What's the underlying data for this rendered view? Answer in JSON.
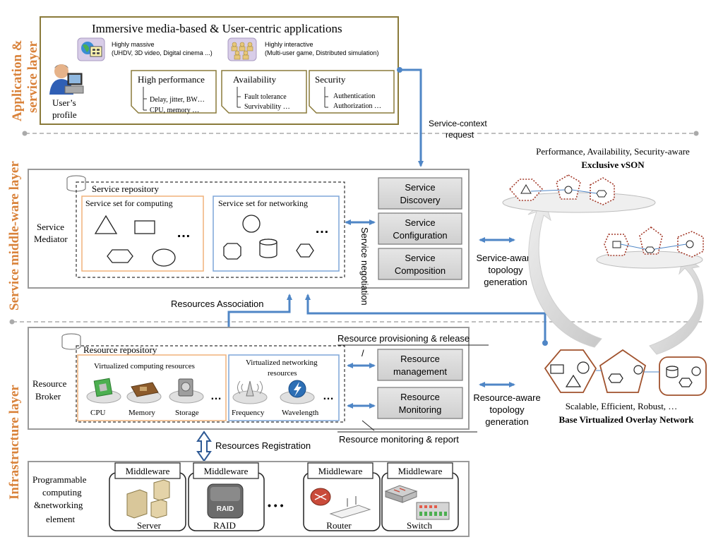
{
  "layers": {
    "application": [
      "Application &",
      "service layer"
    ],
    "middleware": "Service middle-ware layer",
    "infrastructure": "Infrastructure layer"
  },
  "app": {
    "title": "Immersive media-based & User-centric applications",
    "massive": {
      "title": "Highly massive",
      "detail": "(UHDV, 3D video, Digital cinema ...)"
    },
    "interactive": {
      "title": "Highly interactive",
      "detail": "(Multi-user game, Distributed simulation)"
    },
    "user_profile": [
      "User’s",
      "profile"
    ],
    "requirements": [
      {
        "title": "High performance",
        "items": [
          "Delay, jitter, BW…",
          "CPU, memory …"
        ]
      },
      {
        "title": "Availability",
        "items": [
          "Fault tolerance",
          "Survivability …"
        ]
      },
      {
        "title": "Security",
        "items": [
          "Authentication",
          "Authorization …"
        ]
      }
    ]
  },
  "flow": {
    "service_context_request": [
      "Service-context",
      "request"
    ],
    "resources_association": "Resources Association",
    "resources_registration": "Resources Registration",
    "service_negotiation": "Service negotiation",
    "service_aware_topology": [
      "Service-aware",
      "topology",
      "generation"
    ],
    "resource_aware_topology": [
      "Resource-aware",
      "topology",
      "generation"
    ],
    "resource_provisioning": "Resource provisioning & release",
    "resource_monitoring_report": "Resource monitoring & report"
  },
  "mediator": {
    "label": [
      "Service",
      "Mediator"
    ],
    "repository": "Service repository",
    "computing_set": "Service set for computing",
    "networking_set": "Service set for networking",
    "ellipsis": "…",
    "buttons": [
      {
        "lines": [
          "Service",
          "Discovery"
        ]
      },
      {
        "lines": [
          "Service",
          "Configuration"
        ]
      },
      {
        "lines": [
          "Service",
          "Composition"
        ]
      }
    ]
  },
  "broker": {
    "label": [
      "Resource",
      "Broker"
    ],
    "repository": "Resource repository",
    "computing": {
      "title": "Virtualized computing resources",
      "items": [
        "CPU",
        "Memory",
        "Storage"
      ]
    },
    "networking": {
      "title": [
        "Virtualized networking",
        "resources"
      ],
      "items": [
        "Frequency",
        "Wavelength"
      ]
    },
    "ellipsis": "…",
    "buttons": [
      {
        "lines": [
          "Resource",
          "management"
        ]
      },
      {
        "lines": [
          "Resource",
          "Monitoring"
        ]
      }
    ],
    "slash": "/"
  },
  "elements": {
    "label": [
      "Programmable",
      "computing",
      "&networking",
      "element"
    ],
    "middleware": "Middleware",
    "items": [
      "Server",
      "RAID",
      "Router",
      "Switch"
    ],
    "raid_label": "RAID",
    "dots": "• • •"
  },
  "vson": {
    "subtitle": "Performance, Availability, Security-aware",
    "title": "Exclusive vSON"
  },
  "bvon": {
    "subtitle": "Scalable, Efficient, Robust, …",
    "title": "Base Virtualized Overlay Network"
  },
  "colors": {
    "layer_label": "#d9823a",
    "app_border": "#8a7a3a",
    "box_border": "#9a9a9a",
    "arrow": "#4f86c6",
    "computing_set_border": "#f0b27a",
    "networking_set_border": "#7ea6d8",
    "button_fill": "#d9d9d9",
    "node_red": "#a33a2a",
    "bvon_border": "#a0522d"
  }
}
